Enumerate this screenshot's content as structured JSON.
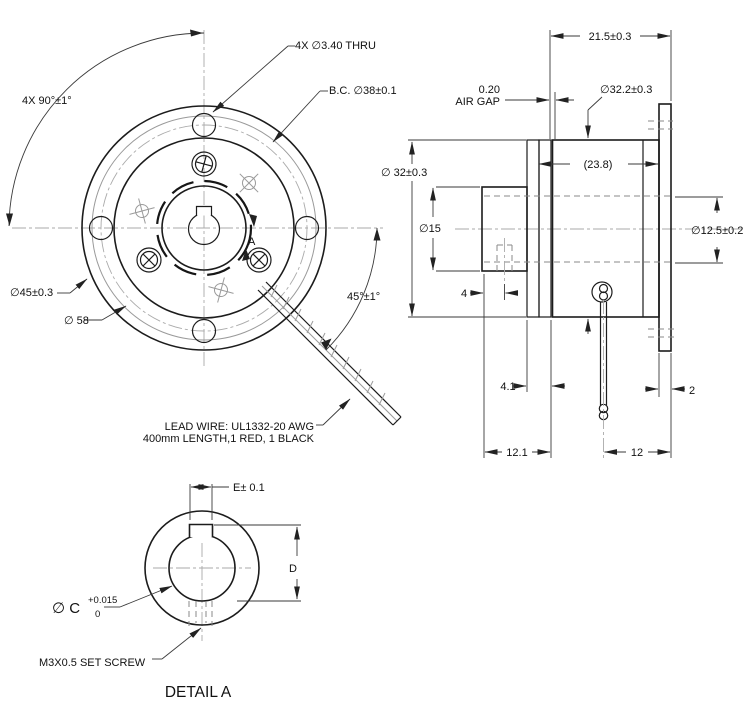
{
  "drawing": {
    "title": "Rotary encoder dimensional drawing",
    "colors": {
      "line": "#1c1c1c",
      "dimension": "#3a3a3a",
      "centerline": "#aaaaaa",
      "background": "#ffffff"
    },
    "front_view": {
      "holes_note": "4X ∅3.40 THRU",
      "bolt_circle": "B.C. ∅38±0.1",
      "angle_note": "4X 90°±1°",
      "flange_dia": "∅45±0.3",
      "outer_dia": "∅ 58",
      "wire_angle": "45°±1°",
      "rotation_mark": "A",
      "lead_wire_line1": "LEAD WIRE: UL1332-20 AWG",
      "lead_wire_line2": "400mm LENGTH,1 RED, 1 BLACK"
    },
    "side_view": {
      "overall_length": "21.5±0.3",
      "air_gap_value": "0.20",
      "air_gap_label": "AIR GAP",
      "body_dia": "∅32.2±0.3",
      "rotor_dia": "∅ 32±0.3",
      "hub_dia": "∅15",
      "ref_length": "(23.8)",
      "bore_dia": "∅12.5±0.2",
      "screw_offset": "4",
      "rotor_width": "4.1",
      "flange_width": "2",
      "hub_to_body": "12.1",
      "wire_to_flange": "12"
    },
    "detail_a": {
      "keyway_width": "E± 0.1",
      "keyway_depth": "D",
      "bore_symbol": "∅ C",
      "bore_tol_upper": "+0.015",
      "bore_tol_lower": "0",
      "set_screw_note": "M3X0.5 SET SCREW",
      "title": "DETAIL A"
    }
  }
}
